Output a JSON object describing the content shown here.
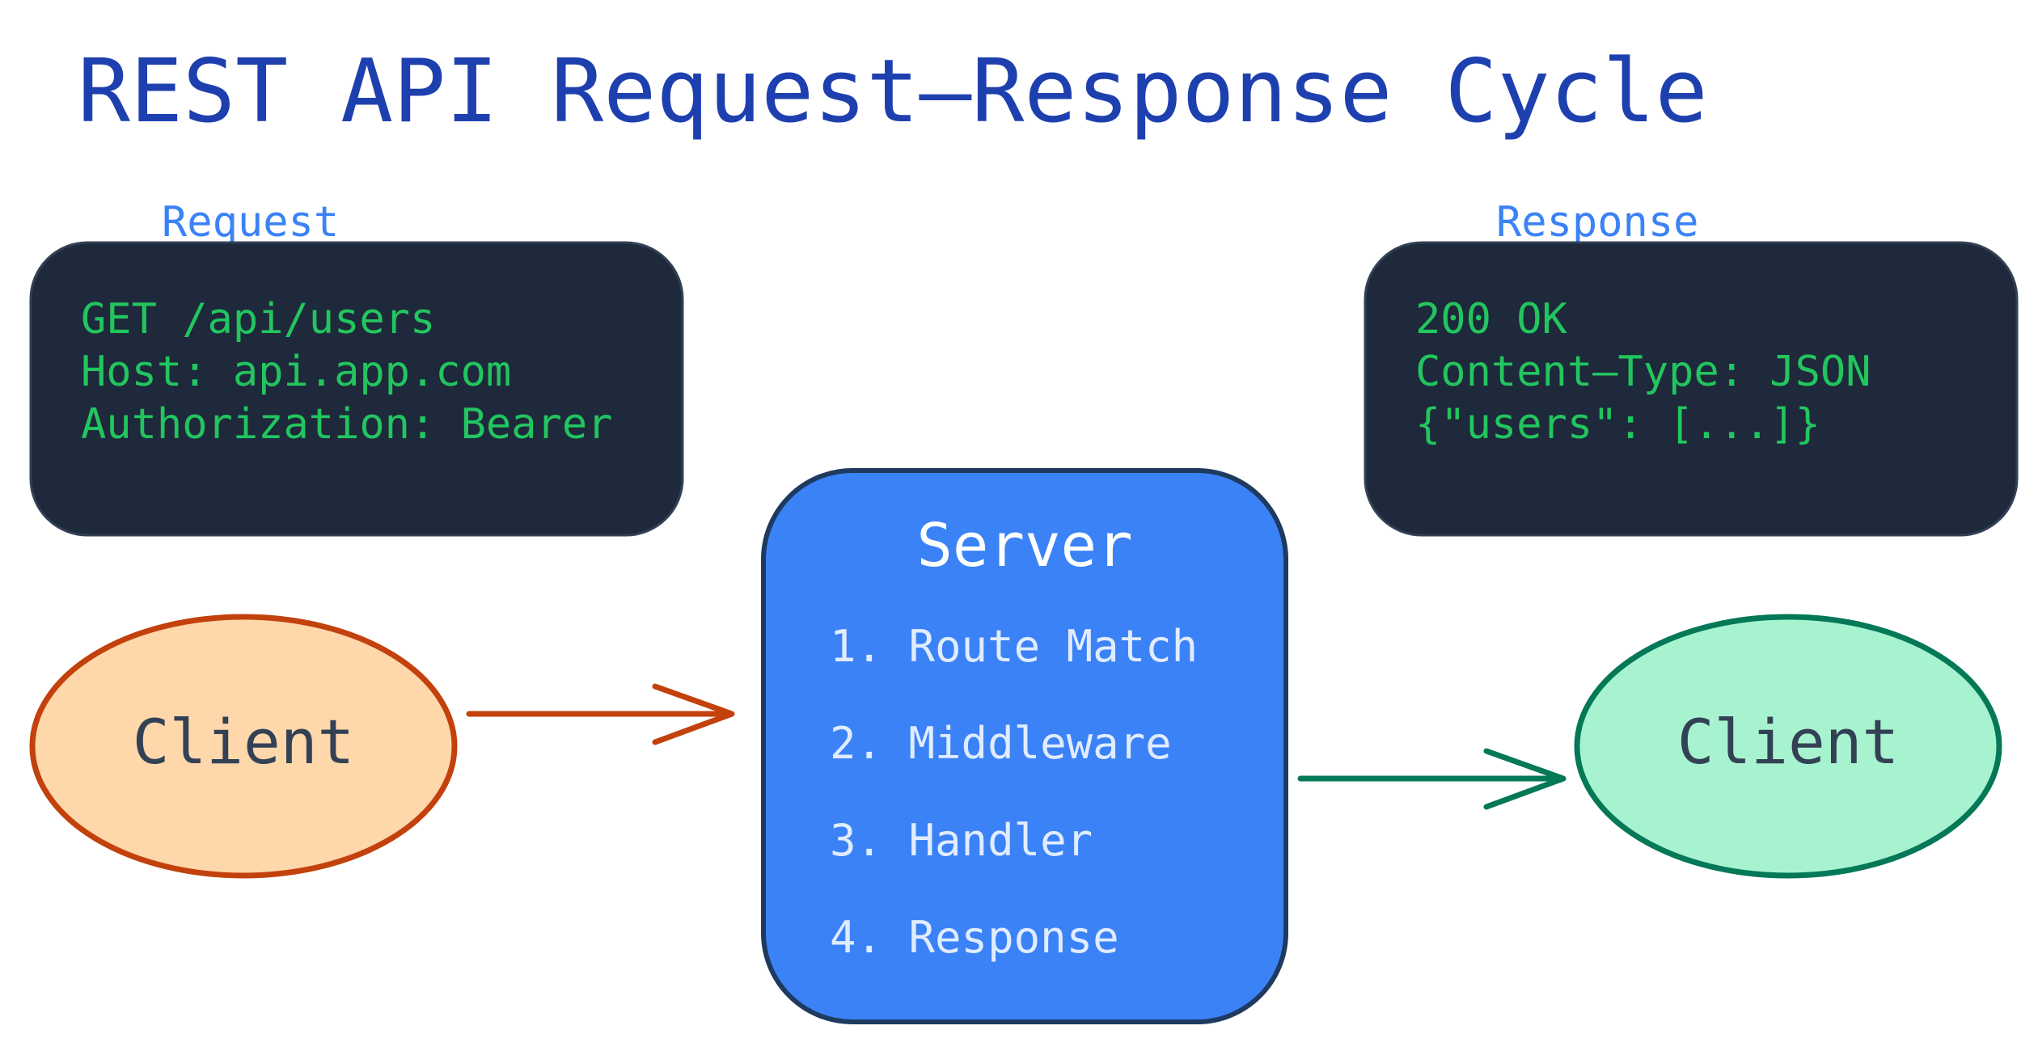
{
  "title": "REST API Request—Response Cycle",
  "request": {
    "label": "Request",
    "lines": [
      "GET /api/users",
      "Host: api.app.com",
      "Authorization: Bearer"
    ]
  },
  "response": {
    "label": "Response",
    "lines": [
      "200 OK",
      "Content—Type: JSON",
      "{\"users\": [...]}"
    ]
  },
  "server": {
    "title": "Server",
    "steps": [
      "1. Route Match",
      "2. Middleware",
      "3. Handler",
      "4. Response"
    ]
  },
  "client_left": {
    "label": "Client"
  },
  "client_right": {
    "label": "Client"
  },
  "colors": {
    "title": "#1e40af",
    "label": "#3b82f6",
    "code_bg": "#1e293b",
    "code_text": "#22c55e",
    "server_fill": "#3b82f6",
    "server_stroke": "#1e3a5f",
    "client_left_fill": "#fed7aa",
    "client_left_stroke": "#c2410c",
    "client_right_fill": "#a7f3d0",
    "client_right_stroke": "#047857"
  }
}
